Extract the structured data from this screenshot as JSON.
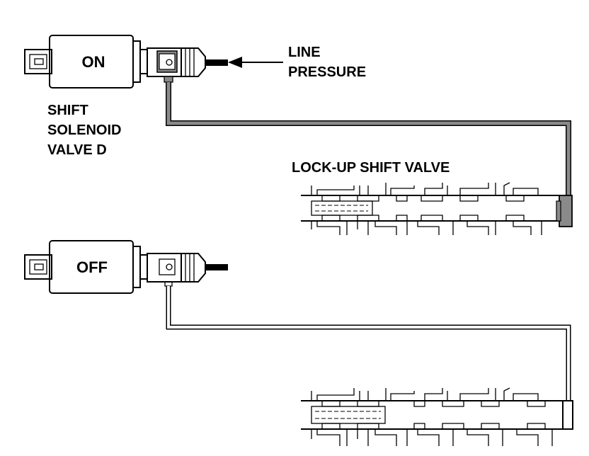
{
  "labels": {
    "on": "ON",
    "off": "OFF",
    "line_pressure_1": "LINE",
    "line_pressure_2": "PRESSURE",
    "solenoid_1": "SHIFT",
    "solenoid_2": "SOLENOID",
    "solenoid_3": "VALVE D",
    "valve_title": "LOCK-UP SHIFT VALVE"
  },
  "colors": {
    "line": "#000000",
    "pressure": "#8a8a8a",
    "background": "#ffffff"
  }
}
